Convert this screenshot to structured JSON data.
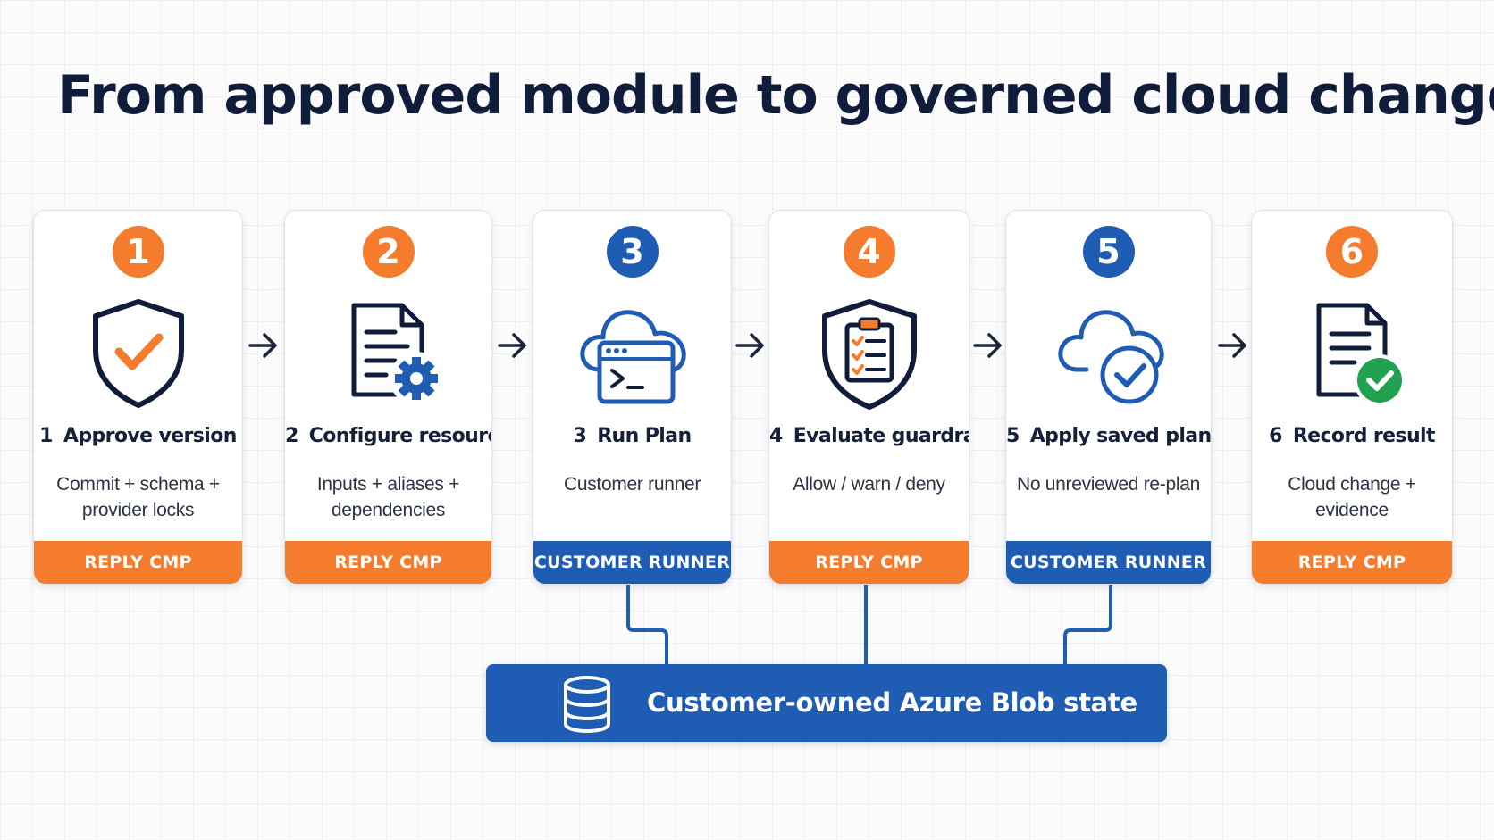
{
  "title": "From approved module to governed cloud change",
  "colors": {
    "orange": "#f47c2c",
    "blue": "#1f5db5",
    "green": "#22a150",
    "navy": "#0f1d3a"
  },
  "steps": [
    {
      "badge": "1",
      "number": "1",
      "title": "Approve version",
      "desc_line1": "Commit + schema +",
      "desc_line2": "provider locks",
      "owner": "REPLY CMP",
      "icon": "shield-check-icon"
    },
    {
      "badge": "2",
      "number": "2",
      "title": "Configure resources",
      "desc_line1": "Inputs + aliases +",
      "desc_line2": "dependencies",
      "owner": "REPLY CMP",
      "icon": "document-gear-icon"
    },
    {
      "badge": "3",
      "number": "3",
      "title": "Run Plan",
      "desc_line1": "Customer runner",
      "desc_line2": "",
      "owner": "CUSTOMER RUNNER",
      "icon": "cloud-terminal-icon"
    },
    {
      "badge": "4",
      "number": "4",
      "title": "Evaluate guardrails",
      "desc_line1": "Allow / warn / deny",
      "desc_line2": "",
      "owner": "REPLY CMP",
      "icon": "shield-checklist-icon"
    },
    {
      "badge": "5",
      "number": "5",
      "title": "Apply saved plan",
      "desc_line1": "No unreviewed re-plan",
      "desc_line2": "",
      "owner": "CUSTOMER RUNNER",
      "icon": "cloud-check-icon"
    },
    {
      "badge": "6",
      "number": "6",
      "title": "Record result",
      "desc_line1": "Cloud change + evidence",
      "desc_line2": "",
      "owner": "REPLY CMP",
      "icon": "document-check-icon"
    }
  ],
  "state": {
    "label": "Customer-owned Azure Blob state",
    "icon": "database-icon"
  }
}
